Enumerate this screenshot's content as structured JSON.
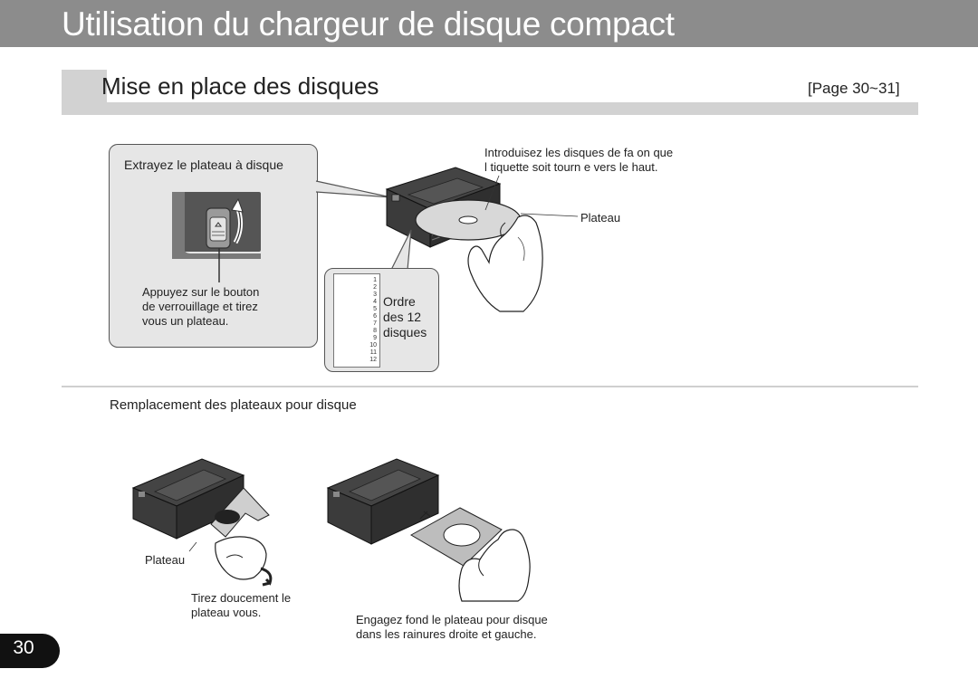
{
  "header": {
    "title": "Utilisation du chargeur de disque compact"
  },
  "section": {
    "title": "Mise en place des disques",
    "page_ref": "[Page 30~31]"
  },
  "callout": {
    "title": "Extrayez le plateau à disque",
    "instruction_lines": [
      "Appuyez sur le bouton",
      "de verrouillage et tirez",
      "vous un plateau."
    ]
  },
  "insert_note": {
    "lines": [
      "Introduisez les disques de fa on que",
      "l  tiquette soit tourn e vers le haut."
    ]
  },
  "labels": {
    "plateau_top": "Plateau",
    "plateau_bottom": "Plateau"
  },
  "order": {
    "numbers": [
      "1",
      "2",
      "3",
      "4",
      "5",
      "6",
      "7",
      "8",
      "9",
      "10",
      "11",
      "12"
    ],
    "label_lines": [
      "Ordre",
      "des 12",
      "disques"
    ]
  },
  "replacement": {
    "title": "Remplacement des plateaux pour disque"
  },
  "pull_note": {
    "lines": [
      "Tirez doucement le",
      "plateau   vous."
    ]
  },
  "engage_note": {
    "lines": [
      "Engagez   fond le plateau pour disque",
      "dans les rainures droite et gauche."
    ]
  },
  "page": {
    "number": "30"
  }
}
